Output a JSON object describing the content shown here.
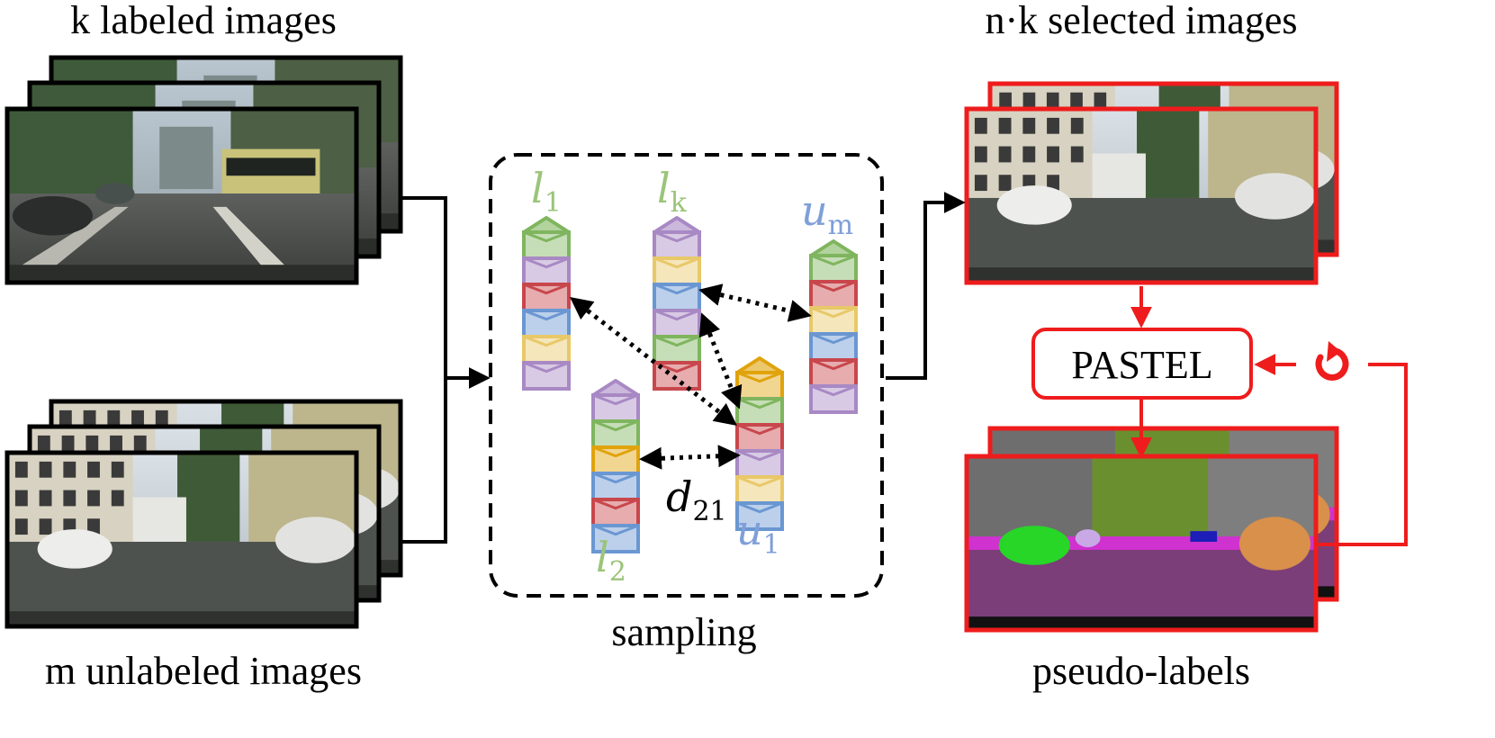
{
  "captions": {
    "labeled": "k labeled images",
    "unlabeled": "m unlabeled images",
    "selected": "n·k selected images",
    "pseudo": "pseudo-labels",
    "sampling": "sampling"
  },
  "pastel": {
    "label": "PASTEL"
  },
  "labels": {
    "l1": {
      "main": "l",
      "sub": "1"
    },
    "lk": {
      "main": "l",
      "sub": "k"
    },
    "um": {
      "main": "u",
      "sub": "m"
    },
    "l2": {
      "main": "l",
      "sub": "2"
    },
    "u1": {
      "main": "u",
      "sub": "1"
    },
    "d21": {
      "main": "d",
      "sub": "21"
    }
  },
  "colors": {
    "green": "#9bc47a",
    "blue": "#7f9fd8",
    "red": "#ee1c1c",
    "cube_green": "#7fb55e",
    "cube_purple": "#a889c4",
    "cube_red": "#c8474c",
    "cube_blue": "#6a97d2",
    "cube_yellow": "#e8c868",
    "cube_orange": "#e0a30c"
  },
  "icons": {
    "refresh": "refresh-icon"
  }
}
